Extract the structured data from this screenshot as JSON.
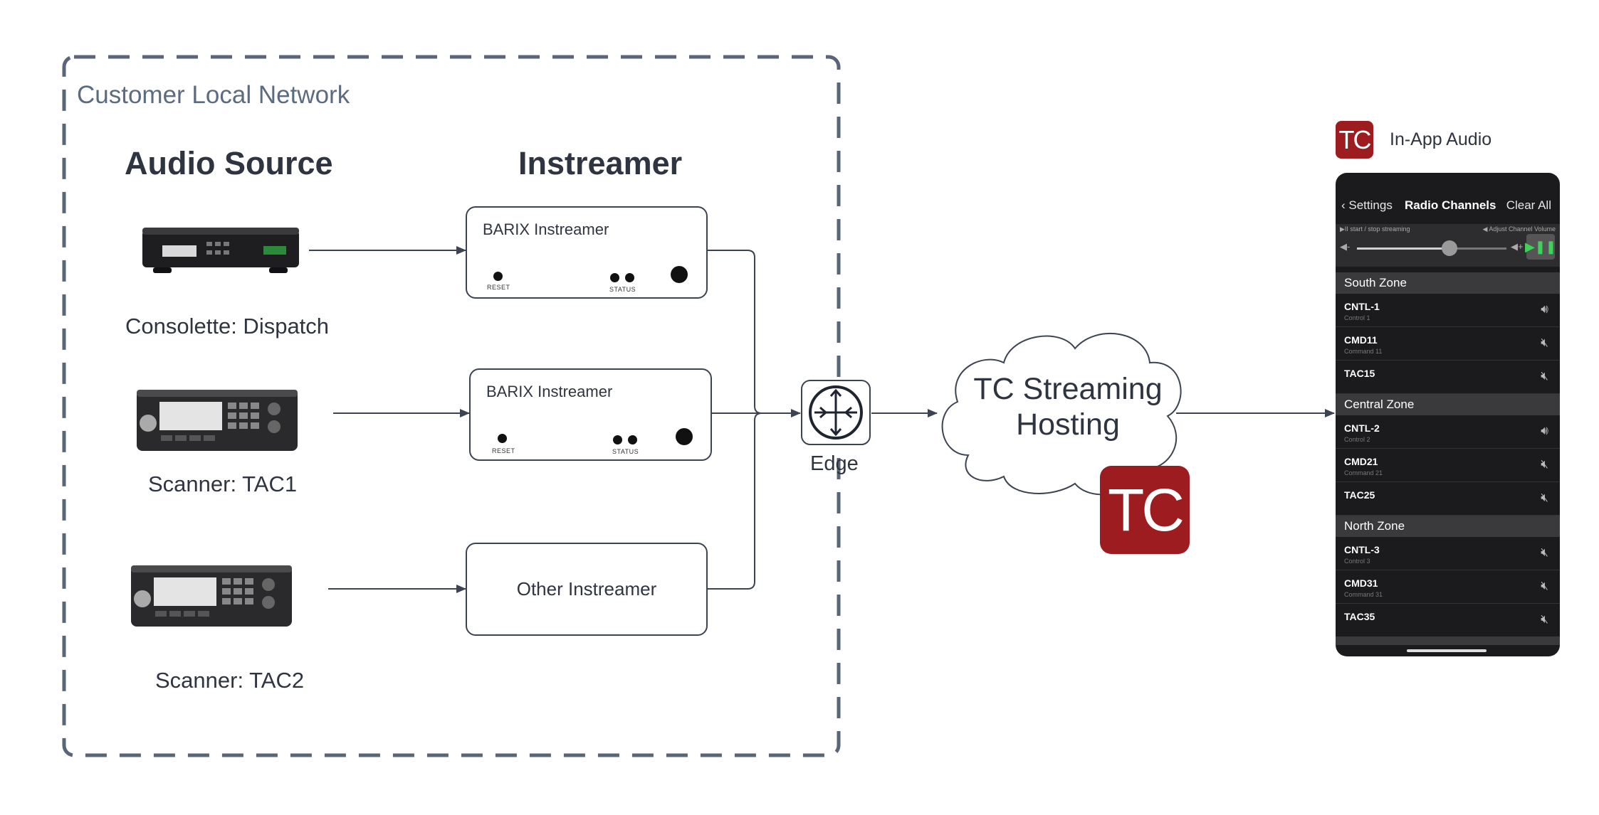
{
  "network": {
    "label": "Customer Local Network"
  },
  "columns": {
    "audio_source": "Audio Source",
    "instreamer": "Instreamer"
  },
  "sources": [
    {
      "label": "Consolette: Dispatch"
    },
    {
      "label": "Scanner: TAC1"
    },
    {
      "label": "Scanner: TAC2"
    }
  ],
  "instreamers": [
    {
      "title": "BARIX Instreamer",
      "reset": "RESET",
      "status": "STATUS"
    },
    {
      "title": "BARIX Instreamer",
      "reset": "RESET",
      "status": "STATUS"
    },
    {
      "title": "Other Instreamer"
    }
  ],
  "edge": {
    "label": "Edge"
  },
  "cloud": {
    "line1": "TC Streaming",
    "line2": "Hosting"
  },
  "logo": {
    "text": "TC",
    "color": "#9c1c1f"
  },
  "inapp": {
    "label": "In-App Audio"
  },
  "phone": {
    "back": "Settings",
    "title": "Radio Channels",
    "clear": "Clear All",
    "hint_left": "▶II start / stop streaming",
    "hint_right": "◀ Adjust Channel Volume",
    "volume_level": 0.62,
    "zones": [
      {
        "name": "South Zone",
        "channels": [
          {
            "name": "CNTL-1",
            "sub": "Control 1",
            "icon": "speaker-on-icon"
          },
          {
            "name": "CMD11",
            "sub": "Command 11",
            "icon": "speaker-muted-icon"
          },
          {
            "name": "TAC15",
            "sub": "",
            "icon": "speaker-muted-icon"
          }
        ]
      },
      {
        "name": "Central Zone",
        "channels": [
          {
            "name": "CNTL-2",
            "sub": "Control 2",
            "icon": "speaker-on-icon"
          },
          {
            "name": "CMD21",
            "sub": "Command 21",
            "icon": "speaker-muted-icon"
          },
          {
            "name": "TAC25",
            "sub": "",
            "icon": "speaker-muted-icon"
          }
        ]
      },
      {
        "name": "North Zone",
        "channels": [
          {
            "name": "CNTL-3",
            "sub": "Control 3",
            "icon": "speaker-muted-icon"
          },
          {
            "name": "CMD31",
            "sub": "Command 31",
            "icon": "speaker-muted-icon"
          },
          {
            "name": "TAC35",
            "sub": "",
            "icon": "speaker-muted-icon"
          }
        ]
      }
    ]
  }
}
